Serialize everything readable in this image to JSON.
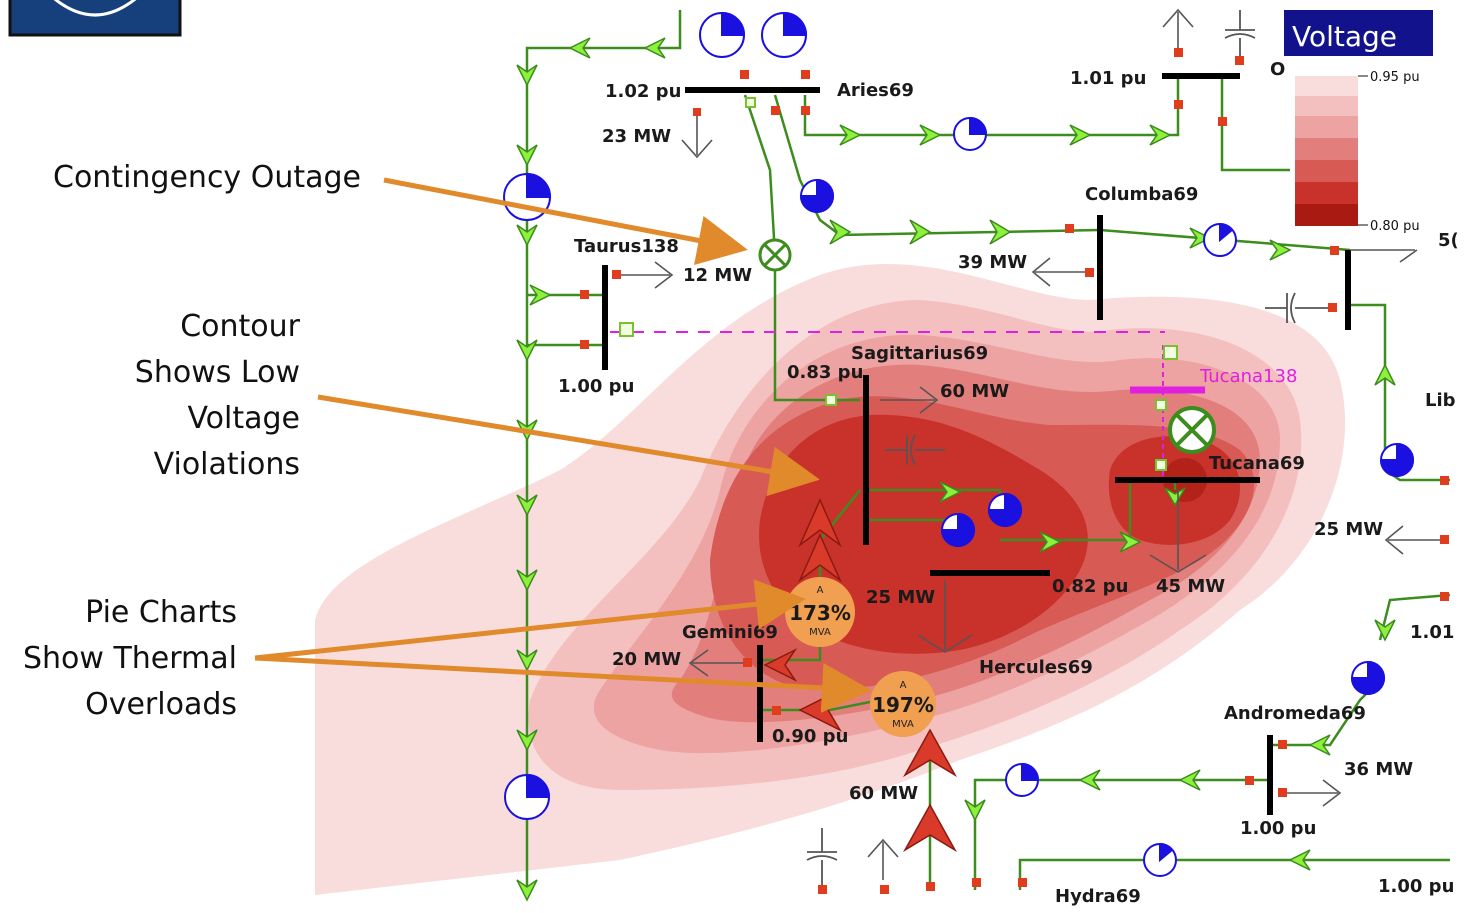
{
  "legend": {
    "title": "Voltage",
    "top_tick": "0.95 pu",
    "bottom_tick": "0.80 pu",
    "colors": [
      "#f9dddd",
      "#f3c0bf",
      "#eca3a2",
      "#e27f7c",
      "#d85a55",
      "#c8322a",
      "#a91b12"
    ]
  },
  "callouts": {
    "outage": "Contingency Outage",
    "contour": [
      "Contour",
      "Shows Low",
      "Voltage",
      "Violations"
    ],
    "pies": [
      "Pie Charts",
      "Show Thermal",
      "Overloads"
    ]
  },
  "buses": {
    "aries": "Aries69",
    "columba": "Columba69",
    "taurus": "Taurus138",
    "sagittarius": "Sagittarius69",
    "tucana138": "Tucana138",
    "tucana69": "Tucana69",
    "gemini": "Gemini69",
    "hercules": "Hercules69",
    "andromeda": "Andromeda69",
    "hydra": "Hydra69",
    "lib": "Lib"
  },
  "values": {
    "aries_pu": "1.02 pu",
    "aries_load": "23 MW",
    "top_right_pu": "1.01 pu",
    "o_label": "O",
    "taurus_load": "12 MW",
    "taurus_pu": "1.00 pu",
    "columba_load": "39 MW",
    "sag_pu": "0.83 pu",
    "sag_load": "60 MW",
    "hercules_gen": "25 MW",
    "hercules_pu": "0.82 pu",
    "tucana_load": "45 MW",
    "right_load": "25 MW",
    "right_pu": "1.01",
    "gemini_load": "20 MW",
    "gemini_pu": "0.90 pu",
    "bottom_gen": "60 MW",
    "andromeda_load": "36 MW",
    "andromeda_pu": "1.00 pu",
    "bottom_right_pu": "1.00 pu",
    "edge_fifty": "5("
  },
  "pies": {
    "gemini_pct": "173%",
    "hercules_pct": "197%",
    "unit": "MVA",
    "a_label": "A"
  },
  "colors": {
    "line": "#3c8c1e",
    "arrow": "#8cf03c",
    "arrow_red": "#d93a2a",
    "breaker": "#e03c1e",
    "callout_arrow": "#e08a2c",
    "pie_blue": "#1a10e0",
    "overload_pie": "#f0a050",
    "tucana_magenta": "#e020e0",
    "legend_box": "#12128c"
  }
}
